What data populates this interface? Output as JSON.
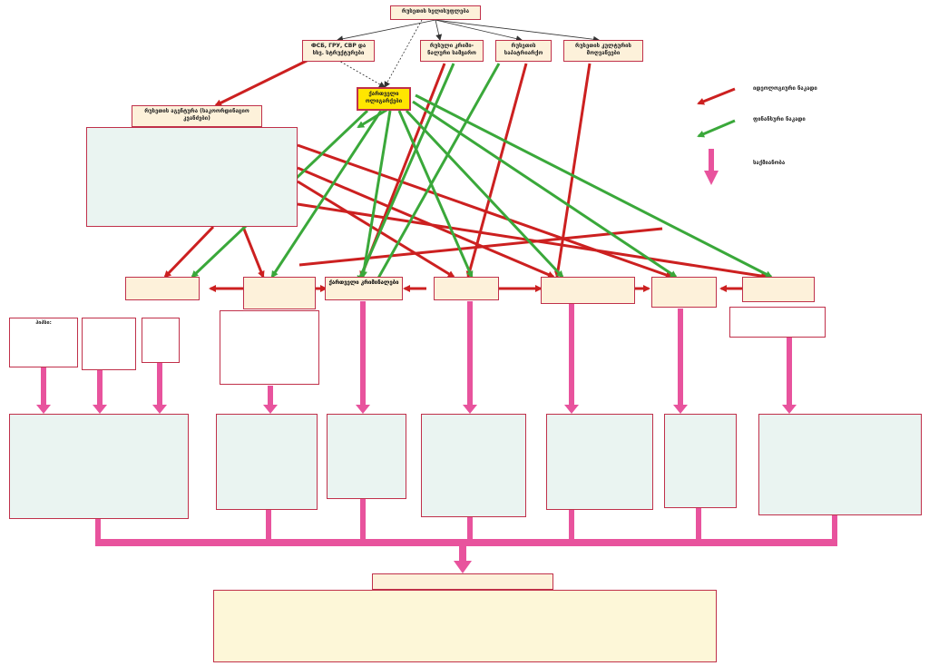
{
  "colors": {
    "ideological": "#cc2020",
    "financial": "#3aa83a",
    "action": "#e8539d",
    "border": "#c0304a"
  },
  "top": {
    "title": "რუსეთის ხელისუფლება"
  },
  "sources": [
    {
      "id": "s1",
      "label": "ФСБ, ГРУ, СВР და სხვ. სტრუქტურები"
    },
    {
      "id": "s2",
      "label": "რუსული კრიმი-ნალური სამყარო"
    },
    {
      "id": "s3",
      "label": "რუსეთის საპატრიარქო"
    },
    {
      "id": "s4",
      "label": "რუსეთის კულტურის მოღვაწეები"
    }
  ],
  "center": {
    "label": "ქართველი ოლიგარქები"
  },
  "agents": {
    "title": "რუსეთის აგენტურა (საკოორდინაციო კვანძები)",
    "items": [
      "",
      "",
      "",
      "",
      "",
      "",
      "",
      "",
      "",
      "",
      ""
    ]
  },
  "legend": {
    "ideological": "იდეოლოგიური ნაკადი",
    "financial": "ფინანსური ნაკადი",
    "action": "საქმიანობა"
  },
  "mid": [
    {
      "id": "m1",
      "label": ""
    },
    {
      "id": "m2",
      "label": ""
    },
    {
      "id": "m3",
      "label": "ქართველი კრიმინალები"
    },
    {
      "id": "m4",
      "label": ""
    },
    {
      "id": "m5",
      "label": ""
    },
    {
      "id": "m6",
      "label": ""
    },
    {
      "id": "m7",
      "label": ""
    }
  ],
  "subnotes": [
    {
      "id": "n1",
      "title": "ჰიპსი:",
      "text": ""
    },
    {
      "id": "n2",
      "title": "",
      "text": ""
    },
    {
      "id": "n3",
      "title": "",
      "text": ""
    },
    {
      "id": "n4",
      "title": "",
      "text": ""
    },
    {
      "id": "n5",
      "title": "",
      "text": ""
    }
  ],
  "bottomLists": [
    {
      "id": "b1",
      "items": [
        "",
        "",
        "",
        "",
        "",
        "",
        "",
        "",
        ""
      ]
    },
    {
      "id": "b2",
      "items": [
        "",
        "",
        "",
        "",
        "",
        ""
      ]
    },
    {
      "id": "b3",
      "items": [
        "",
        "",
        "",
        "",
        ""
      ]
    },
    {
      "id": "b4",
      "items": [
        "",
        "",
        "",
        "",
        "",
        "",
        "",
        ""
      ]
    },
    {
      "id": "b5",
      "items": [
        "",
        "",
        "",
        "",
        "",
        ""
      ]
    },
    {
      "id": "b6",
      "items": [
        "",
        "",
        "",
        "",
        ""
      ]
    },
    {
      "id": "b7",
      "items": [
        "",
        "",
        "",
        "",
        "",
        ""
      ]
    }
  ],
  "result": {
    "title": "",
    "items": [
      "",
      "",
      ""
    ]
  }
}
